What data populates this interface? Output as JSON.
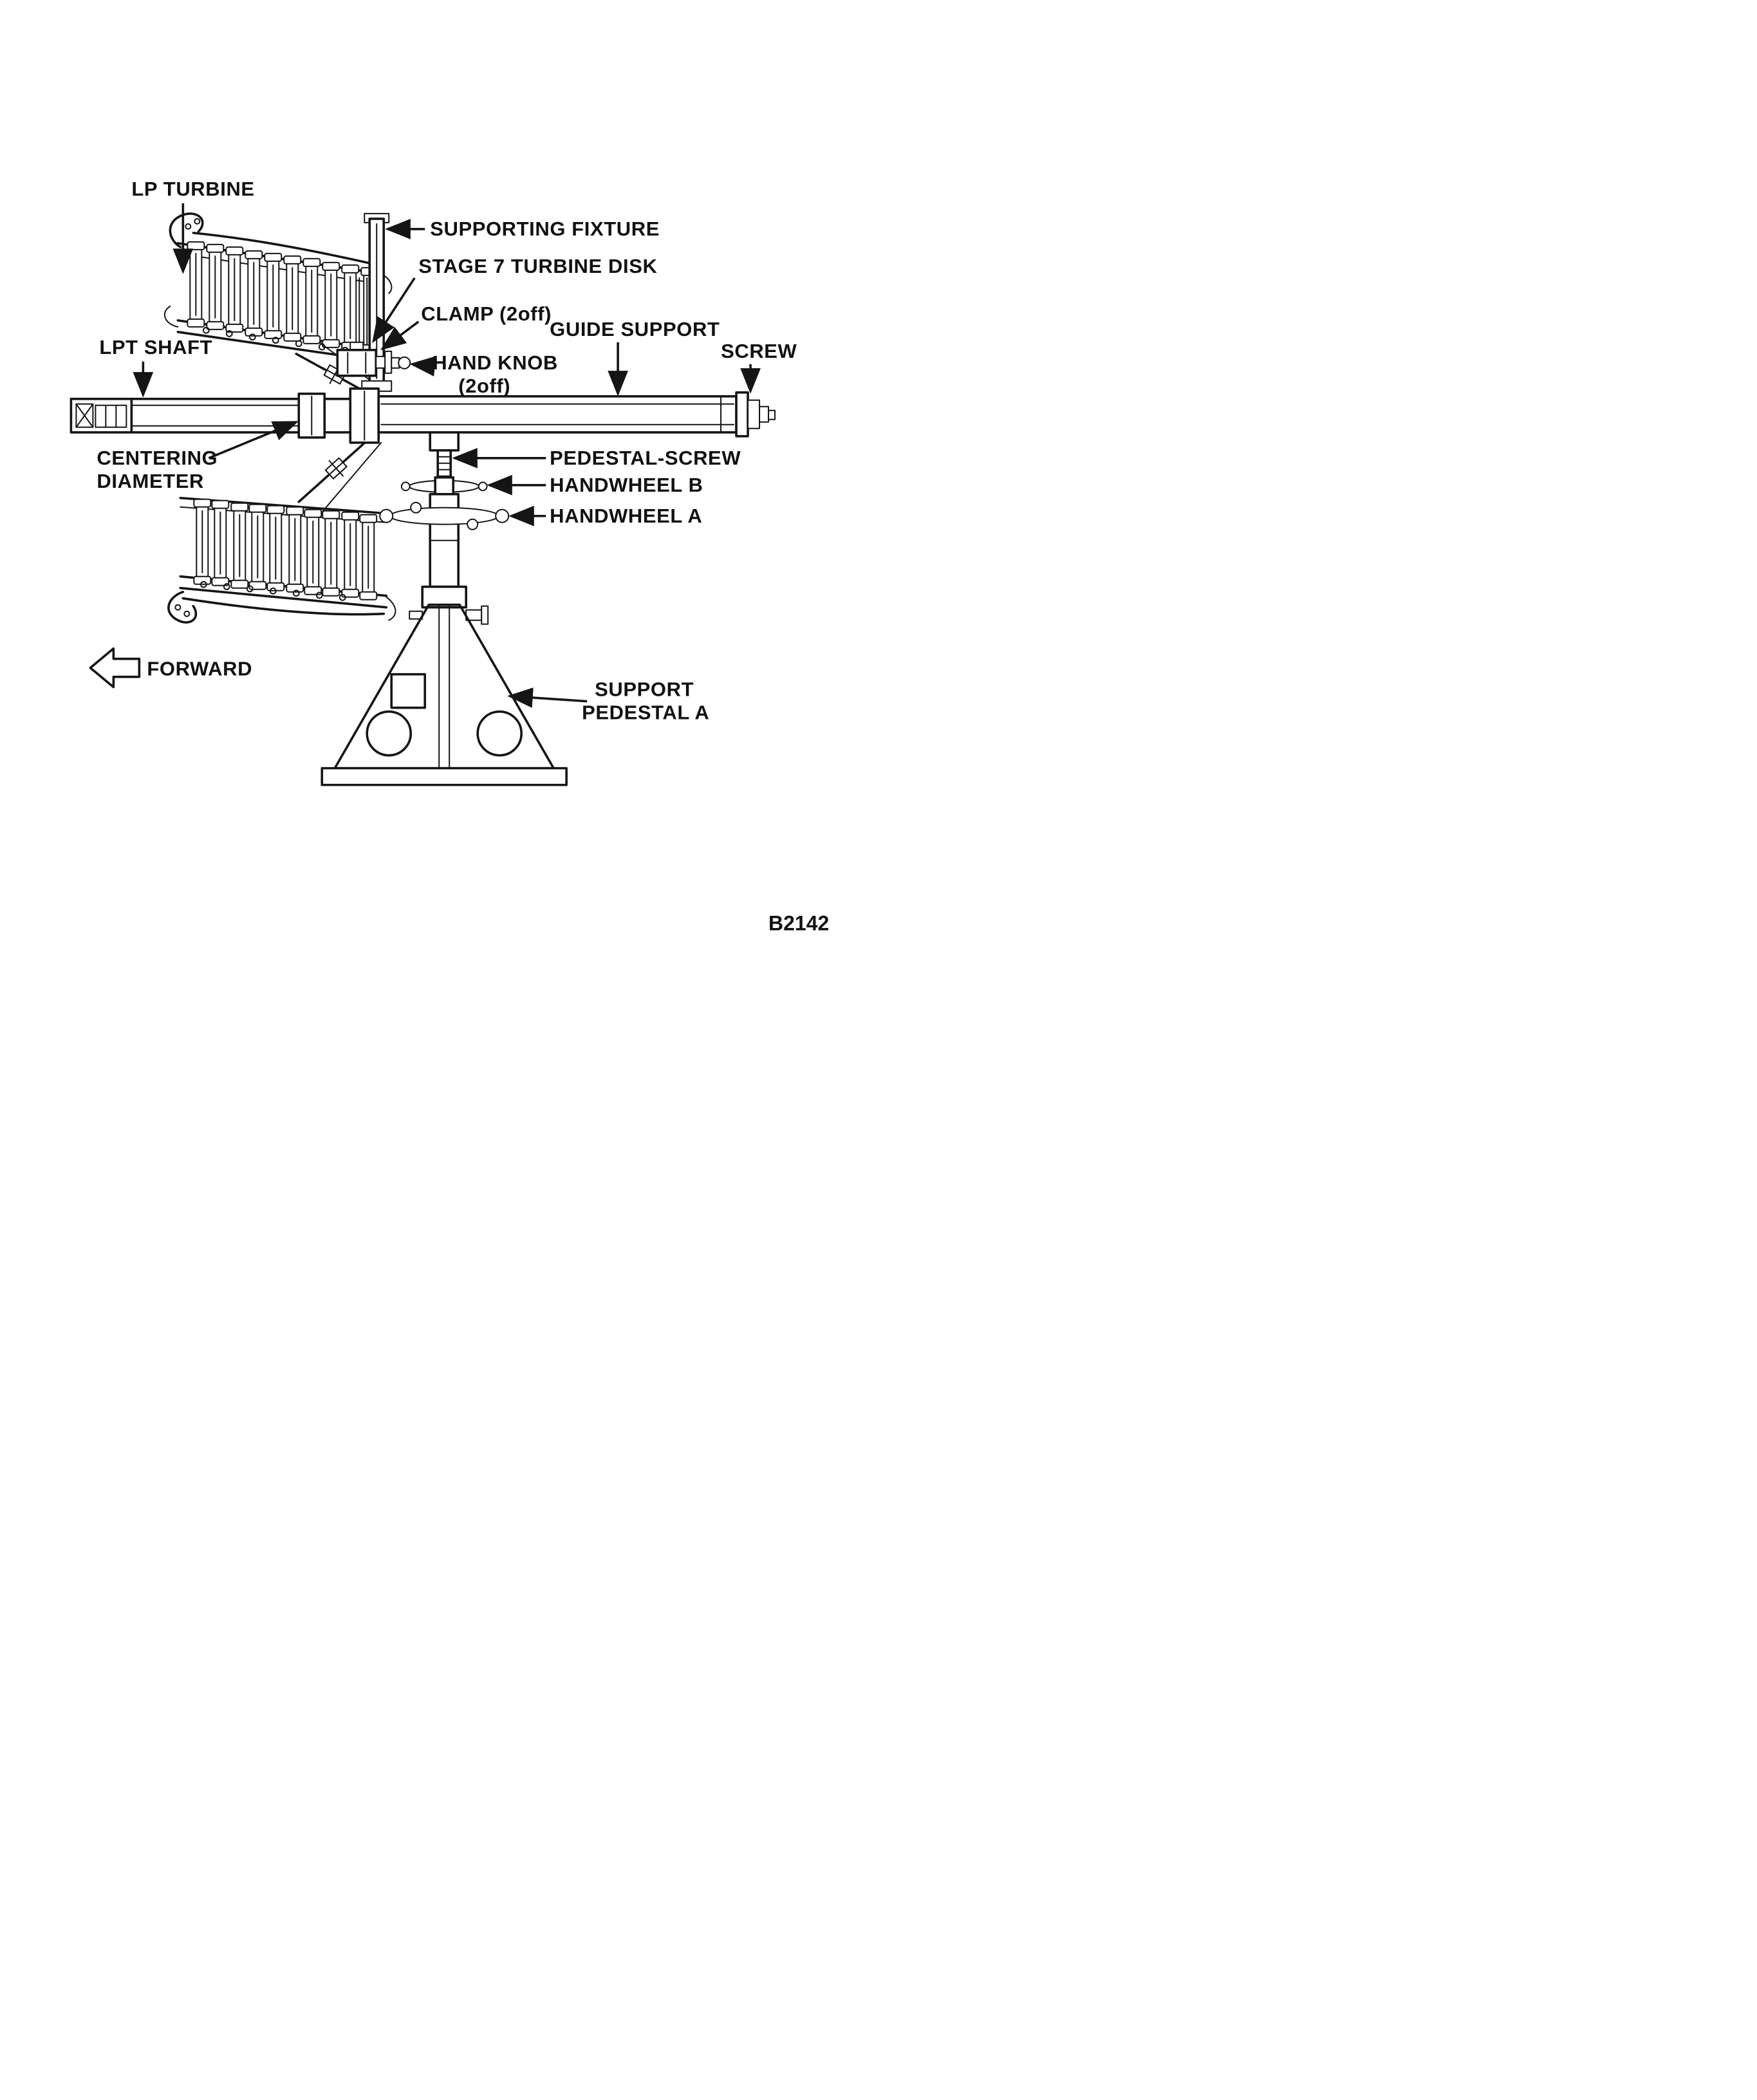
{
  "figure": {
    "title": "LP turbine shaft support diagram",
    "reference": "B2142",
    "background_color": "#ffffff",
    "ink_color": "#151515"
  },
  "labels": {
    "lp_turbine": "LP TURBINE",
    "supporting_fixture": "SUPPORTING FIXTURE",
    "stage7_turbine_disk": "STAGE 7 TURBINE DISK",
    "clamp": "CLAMP (2off)",
    "guide_support": "GUIDE SUPPORT",
    "screw": "SCREW",
    "hand_knob_line1": "HAND KNOB",
    "hand_knob_line2": "(2off)",
    "lpt_shaft": "LPT SHAFT",
    "centering_line1": "CENTERING",
    "centering_line2": "DIAMETER",
    "pedestal_screw": "PEDESTAL-SCREW",
    "handwheel_b": "HANDWHEEL B",
    "handwheel_a": "HANDWHEEL A",
    "forward": "FORWARD",
    "support_pedestal_line1": "SUPPORT",
    "support_pedestal_line2": "PEDESTAL A"
  },
  "icons": {
    "forward_arrow": "forward-direction-arrow",
    "leader_arrowhead": "filled-triangle-arrowhead"
  }
}
